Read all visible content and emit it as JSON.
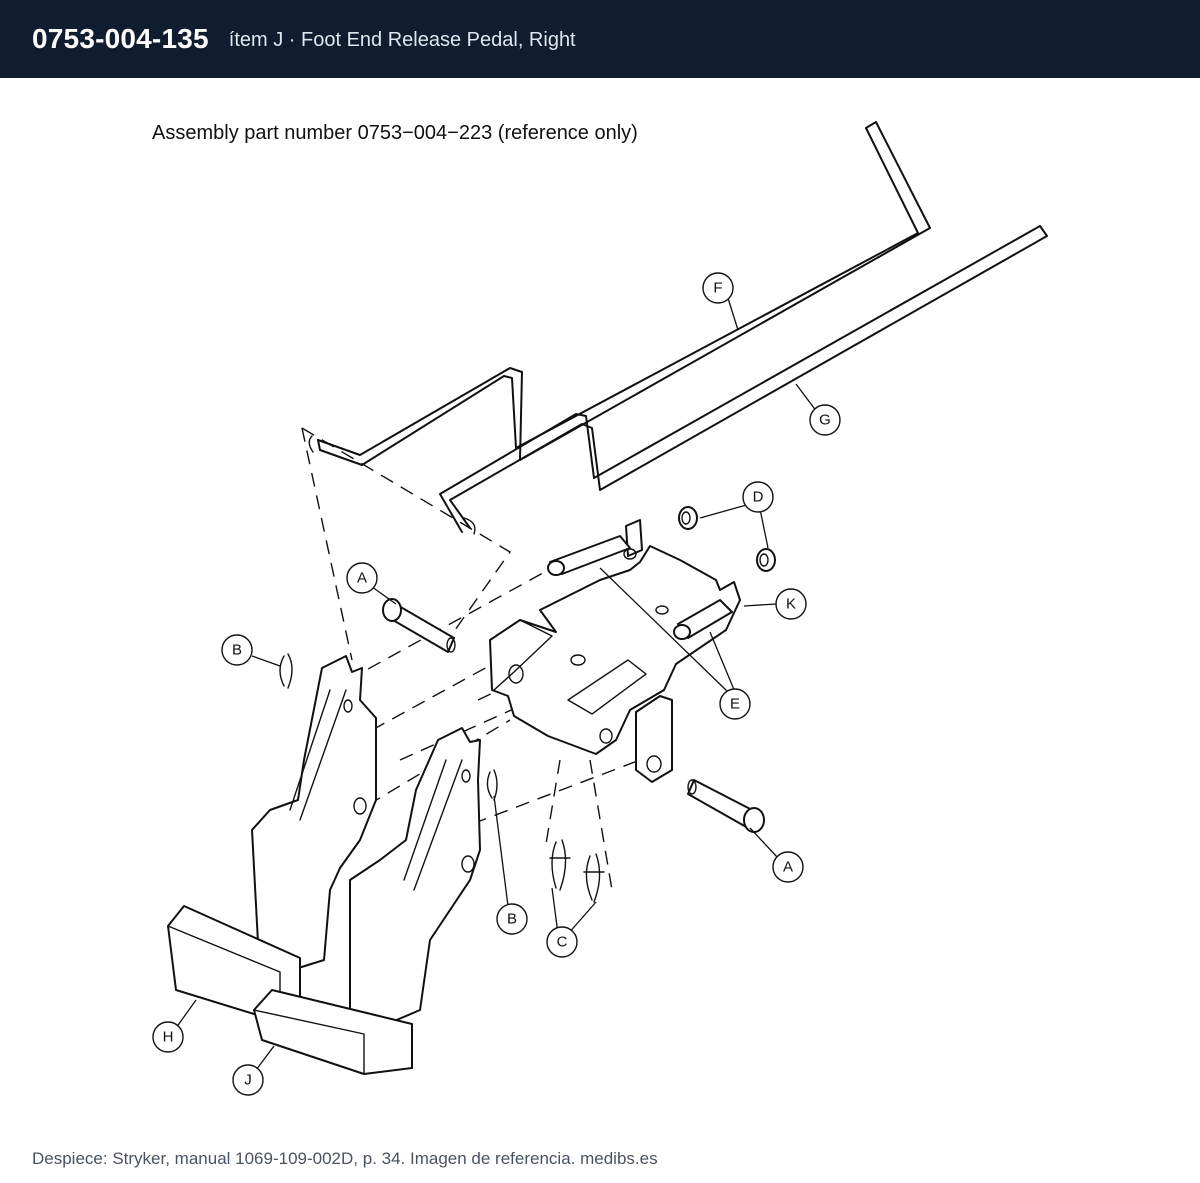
{
  "header": {
    "part_number": "0753-004-135",
    "item_description": "ítem J · Foot End Release Pedal, Right"
  },
  "drawing": {
    "assembly_note": "Assembly part number 0753−004−223 (reference only)",
    "callouts": {
      "A": "A",
      "B": "B",
      "C": "C",
      "D": "D",
      "E": "E",
      "F": "F",
      "G": "G",
      "H": "H",
      "J": "J",
      "K": "K"
    }
  },
  "footer": {
    "source_text": "Despiece: Stryker, manual 1069-109-002D, p. 34. Imagen de referencia. medibs.es"
  }
}
